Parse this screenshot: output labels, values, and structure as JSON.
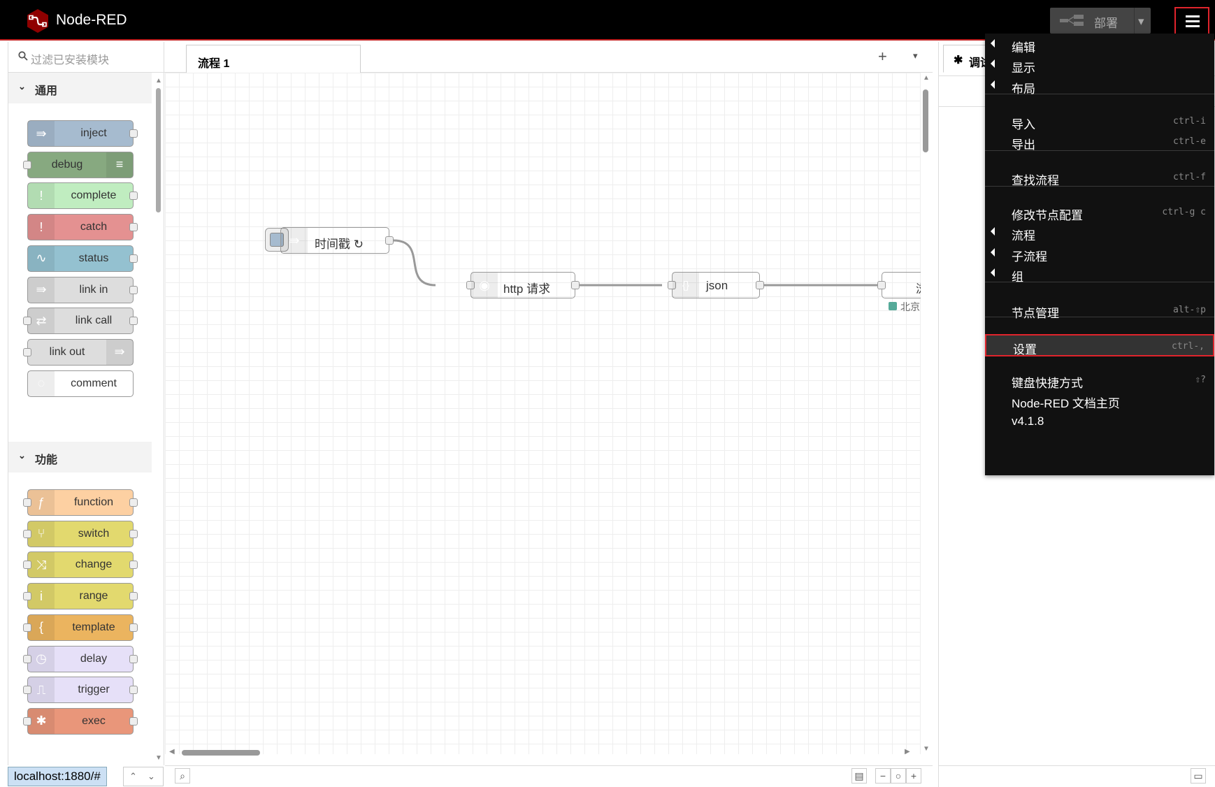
{
  "header": {
    "title": "Node-RED",
    "deploy_label": "部署"
  },
  "palette": {
    "search_placeholder": "过滤已安装模块",
    "categories": [
      {
        "label": "通用",
        "nodes": [
          {
            "label": "inject",
            "color": "#a6bbcf",
            "icon": "arrow-icon"
          },
          {
            "label": "debug",
            "color": "#87a980",
            "icon": "list-icon"
          },
          {
            "label": "complete",
            "color": "#c0edc0",
            "icon": "exclamation-icon"
          },
          {
            "label": "catch",
            "color": "#e49191",
            "icon": "exclamation-icon"
          },
          {
            "label": "status",
            "color": "#94c1d0",
            "icon": "pulse-icon"
          },
          {
            "label": "link in",
            "color": "#dddddd",
            "icon": "link-in-icon"
          },
          {
            "label": "link call",
            "color": "#dddddd",
            "icon": "link-call-icon"
          },
          {
            "label": "link out",
            "color": "#dddddd",
            "icon": "link-out-icon"
          },
          {
            "label": "comment",
            "color": "#ffffff",
            "icon": "comment-icon"
          }
        ]
      },
      {
        "label": "功能",
        "nodes": [
          {
            "label": "function",
            "color": "#fdd0a2",
            "icon": "function-icon"
          },
          {
            "label": "switch",
            "color": "#e2d96e",
            "icon": "switch-icon"
          },
          {
            "label": "change",
            "color": "#e2d96e",
            "icon": "change-icon"
          },
          {
            "label": "range",
            "color": "#e2d96e",
            "icon": "range-icon"
          },
          {
            "label": "template",
            "color": "#ebb45f",
            "icon": "template-icon"
          },
          {
            "label": "delay",
            "color": "#e6e0f8",
            "icon": "timer-icon"
          },
          {
            "label": "trigger",
            "color": "#e6e0f8",
            "icon": "trigger-icon"
          },
          {
            "label": "exec",
            "color": "#e9967a",
            "icon": "gear-icon"
          }
        ]
      }
    ]
  },
  "status_bar": {
    "url": "localhost:1880/#"
  },
  "workspace": {
    "tab_label": "流程 1",
    "flow_nodes": [
      {
        "label": "时间戳 ↻",
        "color": "#a6bbcf"
      },
      {
        "label": "http 请求",
        "color": "#e7e7ae"
      },
      {
        "label": "json",
        "color": "#debd5c"
      },
      {
        "label": "浏",
        "color": "#4fb8ef"
      }
    ],
    "node_status": "北京"
  },
  "sidebar": {
    "tab_label": "调试"
  },
  "menu": {
    "items": [
      {
        "label": "编辑",
        "submenu": true,
        "shortcut": ""
      },
      {
        "label": "显示",
        "submenu": true,
        "shortcut": ""
      },
      {
        "label": "布局",
        "submenu": true,
        "shortcut": ""
      },
      {
        "label": "导入",
        "submenu": false,
        "shortcut": "ctrl-i"
      },
      {
        "label": "导出",
        "submenu": false,
        "shortcut": "ctrl-e"
      },
      {
        "label": "查找流程",
        "submenu": false,
        "shortcut": "ctrl-f"
      },
      {
        "label": "修改节点配置",
        "submenu": false,
        "shortcut": "ctrl-g c"
      },
      {
        "label": "流程",
        "submenu": true,
        "shortcut": ""
      },
      {
        "label": "子流程",
        "submenu": true,
        "shortcut": ""
      },
      {
        "label": "组",
        "submenu": true,
        "shortcut": ""
      },
      {
        "label": "节点管理",
        "submenu": false,
        "shortcut": "alt-⇧p"
      },
      {
        "label": "设置",
        "submenu": false,
        "shortcut": "ctrl-,"
      },
      {
        "label": "键盘快捷方式",
        "submenu": false,
        "shortcut": "⇧?"
      },
      {
        "label": "Node-RED 文档主页",
        "submenu": false,
        "shortcut": ""
      },
      {
        "label": "v4.1.8",
        "submenu": false,
        "shortcut": ""
      }
    ]
  }
}
